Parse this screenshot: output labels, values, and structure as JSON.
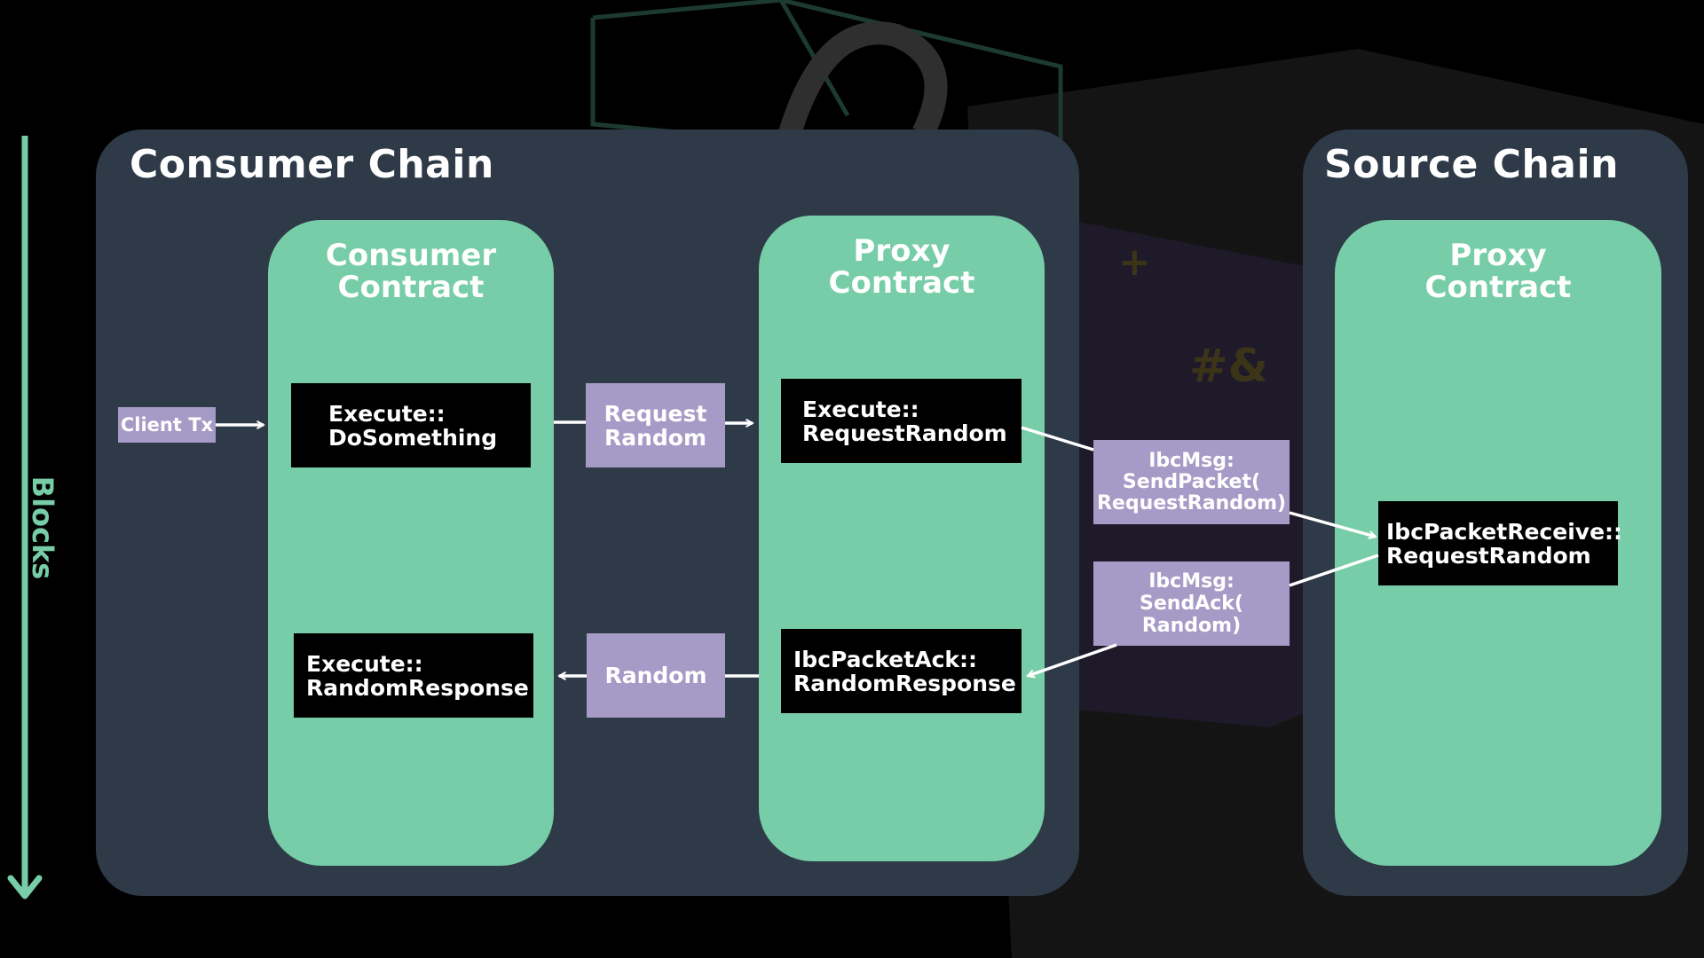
{
  "consumer_chain": {
    "title": "Consumer Chain",
    "consumer_contract": {
      "title_line1": "Consumer",
      "title_line2": "Contract",
      "execute_do_something": {
        "line1": "Execute::",
        "line2": "DoSomething"
      },
      "execute_random_response": {
        "line1": "Execute::",
        "line2": "RandomResponse"
      }
    },
    "proxy_contract": {
      "title_line1": "Proxy",
      "title_line2": "Contract",
      "execute_request_random": {
        "line1": "Execute::",
        "line2": "RequestRandom"
      },
      "ibc_packet_ack": {
        "line1": "IbcPacketAck::",
        "line2": "RandomResponse"
      }
    }
  },
  "source_chain": {
    "title": "Source Chain",
    "proxy_contract": {
      "title_line1": "Proxy",
      "title_line2": "Contract",
      "ibc_packet_receive": {
        "line1": "IbcPacketReceive::",
        "line2": "RequestRandom"
      }
    }
  },
  "labels": {
    "client_tx": "Client Tx",
    "request_random": {
      "line1": "Request",
      "line2": "Random"
    },
    "random": "Random",
    "send_packet": {
      "line1": "IbcMsg:",
      "line2": "SendPacket(",
      "line3": "RequestRandom)"
    },
    "send_ack": {
      "line1": "IbcMsg:",
      "line2": "SendAck(",
      "line3": "Random)"
    }
  },
  "timeline": {
    "label": "Blocks"
  },
  "colors": {
    "background": "#000000",
    "chain_panel": "#2e3a48",
    "contract": "#76cda7",
    "message_box": "#000000",
    "label_tag": "#a69bc6",
    "text": "#ffffff"
  }
}
